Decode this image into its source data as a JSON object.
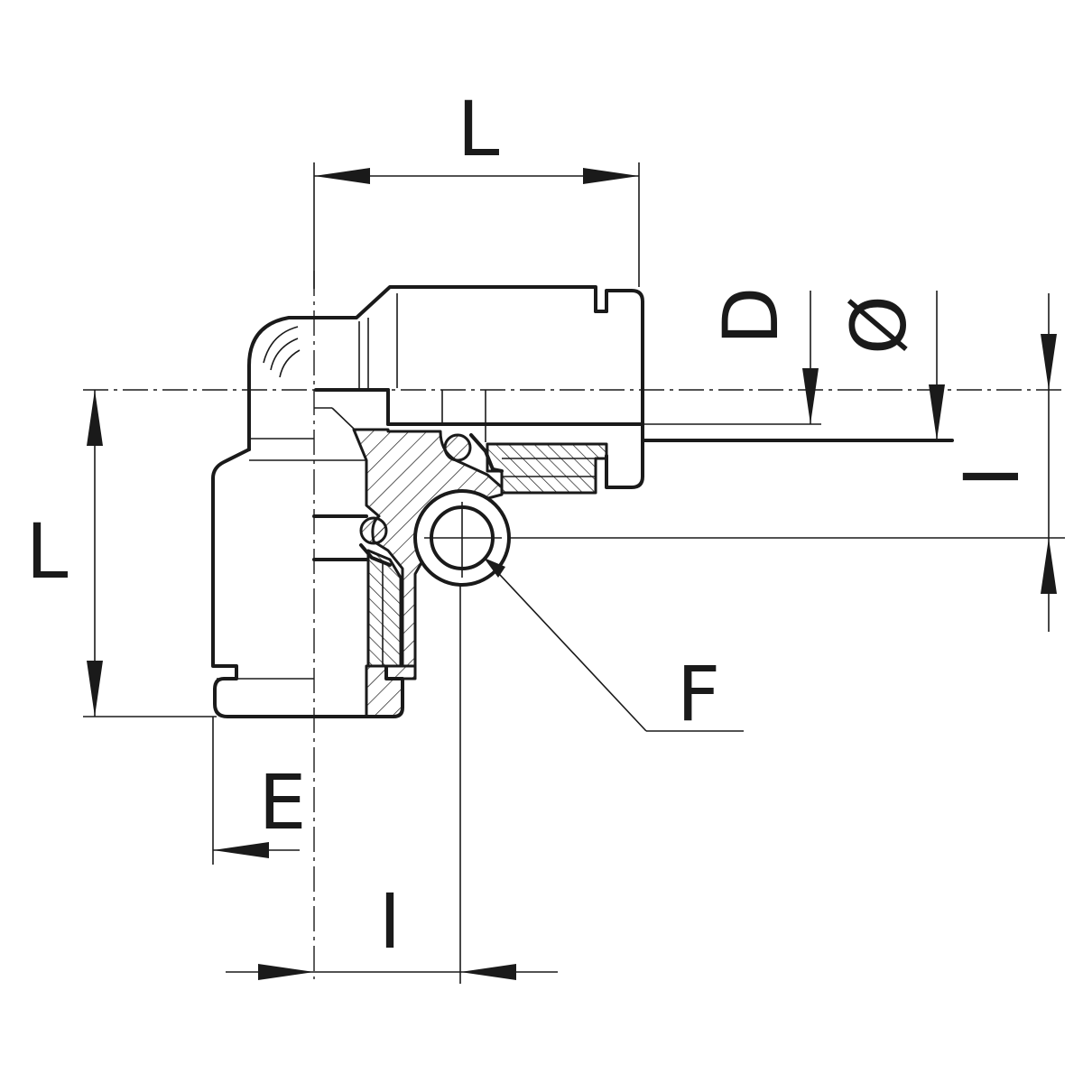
{
  "labels": {
    "top_length": "L",
    "left_length": "L",
    "tube_diameter_letter": "D",
    "diameter_symbol": "Ø",
    "right_offset": "I",
    "bottom_offset": "I",
    "thread_letter": "F",
    "body_letter": "E"
  }
}
